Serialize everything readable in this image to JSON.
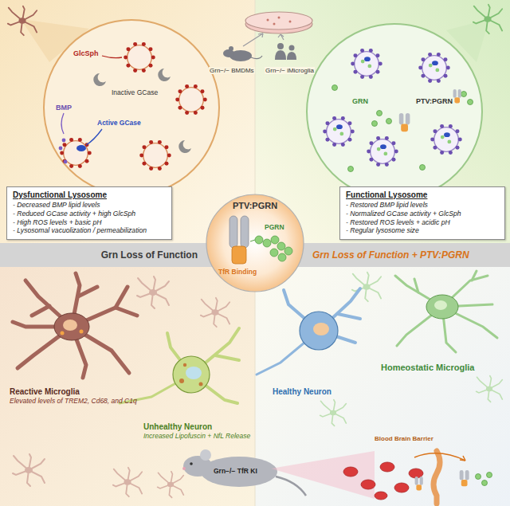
{
  "diagram": {
    "nodes": [
      {
        "text": [
          "Dysfunctional Lysosome",
          "- Decreased BMP lipid levels",
          "- Reduced GCase activity + high GlcSph",
          "- High ROS levels + basic pH",
          "- Lysosomal vacuolization / permeabilization"
        ]
      },
      {
        "text": [
          "Functional Lysosome",
          "- Restored BMP lipid levels",
          "- Normalized GCase activity + GlcSph",
          "- Restored ROS levels + acidic pH",
          "- Regular lysosome size"
        ]
      },
      {
        "text": [
          "PTV:PGRN",
          "TfR Binding",
          "PGRN"
        ]
      },
      {
        "text": [
          "Grn Loss of Function"
        ]
      },
      {
        "text": [
          "Grn Loss of Function + PTV:PGRN"
        ]
      }
    ],
    "labels": [
      "GlcSph",
      "BMP",
      "Inactive GCase",
      "Active GCase",
      "Grn−/− BMDMs",
      "Grn−/− iMicroglia",
      "PTV:PGRN",
      "GRN",
      "Reactive Microglia",
      "Elevated levels of TREM2, Cd68, and C1q",
      "Unhealthy Neuron",
      "Increased Lipofuscin + NfL Release",
      "Grn−/− TfR KI",
      "Homeostatic Microglia",
      "Healthy Neuron",
      "Blood Brain Barrier"
    ]
  }
}
